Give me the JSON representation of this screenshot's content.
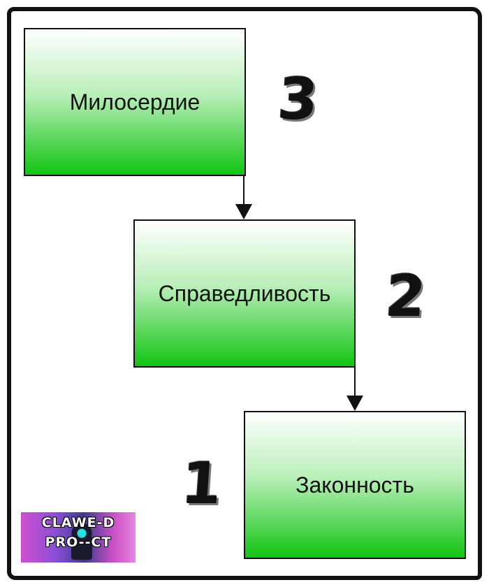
{
  "diagram": {
    "levels": [
      {
        "number": "3",
        "label": "Милосердие"
      },
      {
        "number": "2",
        "label": "Справедливость"
      },
      {
        "number": "1",
        "label": "Законность"
      }
    ],
    "colors": {
      "box_top": "#ffffff",
      "box_bottom": "#12c412",
      "frame": "#111111"
    }
  },
  "logo": {
    "line1": "CLAWE-D",
    "line2": "PRO--CT"
  }
}
